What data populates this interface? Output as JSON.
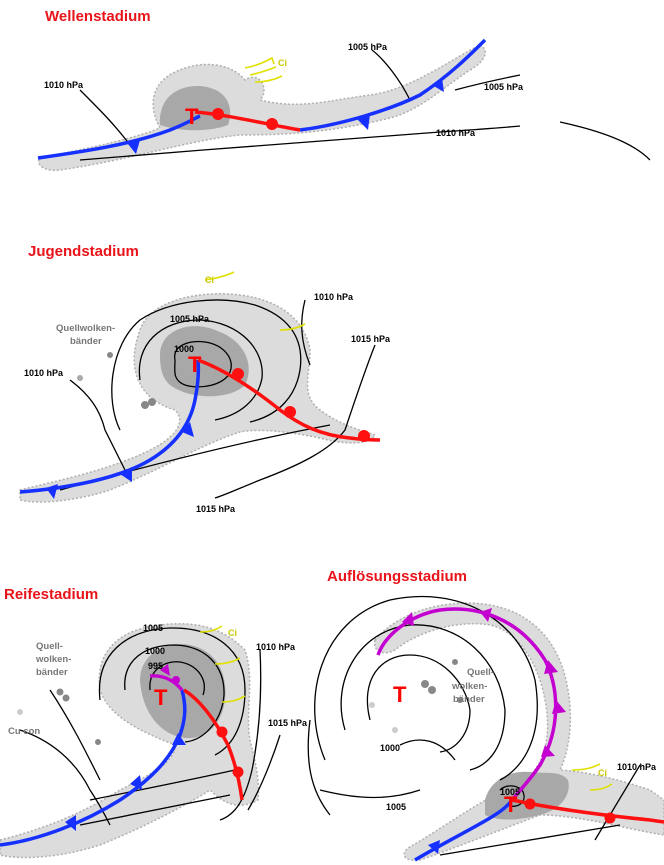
{
  "stages": [
    {
      "title": "Wellenstadium"
    },
    {
      "title": "Jugendstadium"
    },
    {
      "title": "Reifestadium"
    },
    {
      "title": "Auflösungsstadium"
    }
  ],
  "labels": {
    "p1010": "1010 hPa",
    "p1005": "1005 hPa",
    "p1015": "1015 hPa",
    "n1000": "1000",
    "n1005": "1005",
    "n995": "995",
    "low": "T",
    "ci": "Ci",
    "quell1": "Quell-",
    "quell2": "wolken-",
    "quell3": "bänder",
    "quellwolken": "Quellwolken-",
    "baender": "bänder",
    "cucon": "Cu con",
    "n1005dot": "1005"
  },
  "colors": {
    "title": "#e8141a",
    "cold_front": "#1530ff",
    "warm_front": "#ff1010",
    "occlusion": "#c400d0",
    "cirrus": "#e0e000"
  }
}
